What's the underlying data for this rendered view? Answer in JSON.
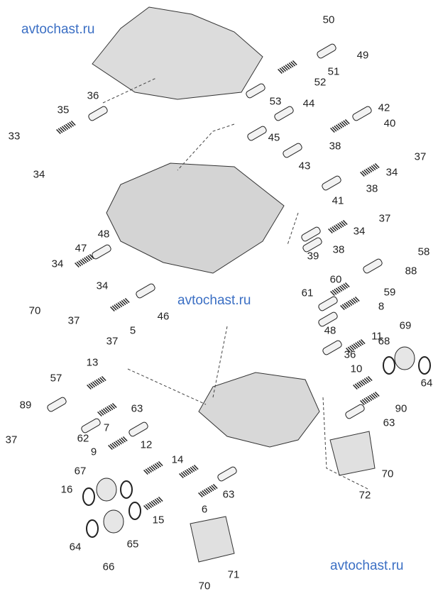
{
  "watermark": {
    "text": "avtochast.ru",
    "color": "#3b6fc4"
  },
  "labels": [
    "50",
    "49",
    "51",
    "52",
    "53",
    "36",
    "35",
    "33",
    "34",
    "44",
    "42",
    "40",
    "45",
    "38",
    "37",
    "34",
    "43",
    "38",
    "41",
    "37",
    "34",
    "48",
    "47",
    "38",
    "39",
    "58",
    "34",
    "88",
    "60",
    "34",
    "59",
    "61",
    "70",
    "8",
    "37",
    "5",
    "46",
    "48",
    "11",
    "37",
    "36",
    "69",
    "68",
    "13",
    "64",
    "57",
    "10",
    "89",
    "37",
    "7",
    "62",
    "63",
    "90",
    "63",
    "9",
    "12",
    "67",
    "14",
    "70",
    "16",
    "63",
    "72",
    "6",
    "15",
    "64",
    "65",
    "66",
    "71",
    "70"
  ]
}
